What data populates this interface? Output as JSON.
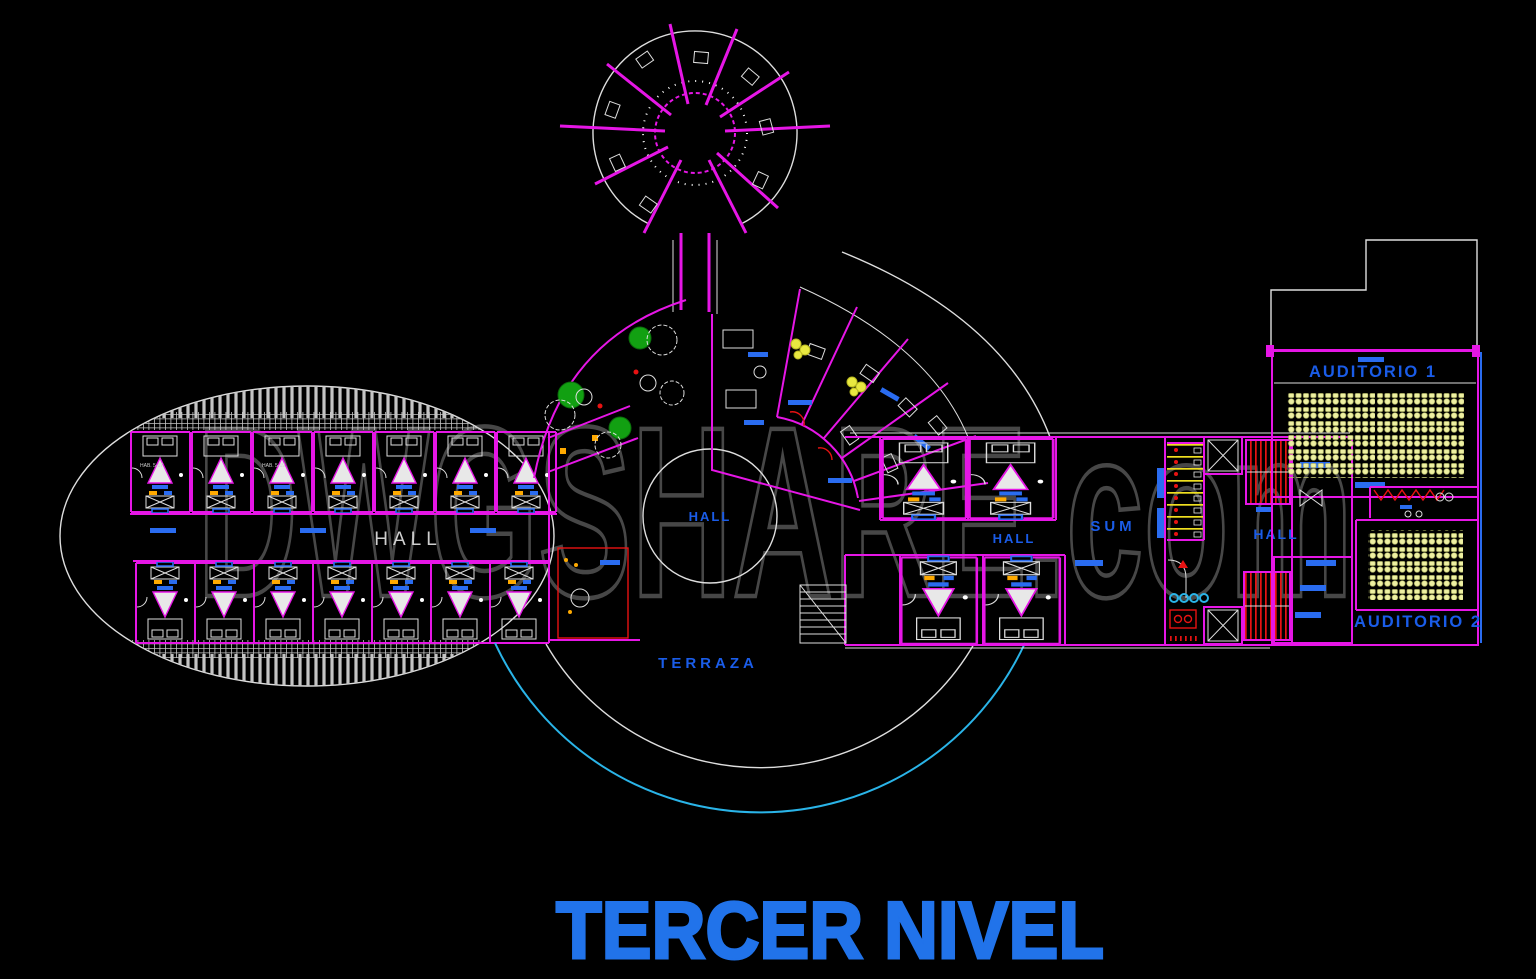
{
  "title": {
    "text": "TERCER NIVEL"
  },
  "watermark": {
    "text": "DWGSHARE.com"
  },
  "labels": {
    "hall_left": "HALL",
    "hall_center": "HALL",
    "terraza": "TERRAZA",
    "hall_mid": "HALL",
    "sum": "SUM",
    "hall_right": "HALL",
    "auditorio1": "AUDITORIO 1",
    "auditorio2": "AUDITORIO 2"
  },
  "rooms": {
    "labels": [
      "HAB. 5-17",
      "HAB. 5-19"
    ]
  },
  "colors": {
    "background": "#000000",
    "wall_magenta": "#e616e6",
    "line_white": "#dedede",
    "accent_blue": "#2a6cf0",
    "label_blue": "#1a5ce8",
    "title_blue": "#2173ea",
    "cyan": "#2ab4e8",
    "seat_yellow": "#eef0a2",
    "red": "#e81212",
    "green": "#12a012",
    "gold": "#ffaa00",
    "watermark_gray": "#474747"
  }
}
